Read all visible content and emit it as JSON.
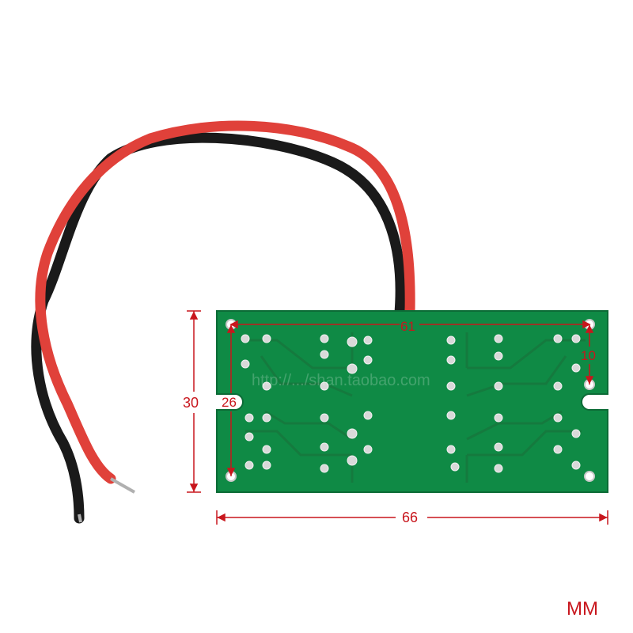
{
  "dimensions": {
    "pcb_length": "66",
    "hole_spacing_horizontal": "61",
    "pcb_height": "30",
    "hole_spacing_vertical": "26",
    "slot_offset": "10"
  },
  "unit_label": "MM",
  "colors": {
    "dimension_red": "#c8161d",
    "pcb_green": "#0f8a45",
    "copper_trace": "#157a3e",
    "wire_red": "#e0413a",
    "wire_black": "#1a1a1a"
  },
  "watermark_text": "http://.../shan.taobao.com"
}
